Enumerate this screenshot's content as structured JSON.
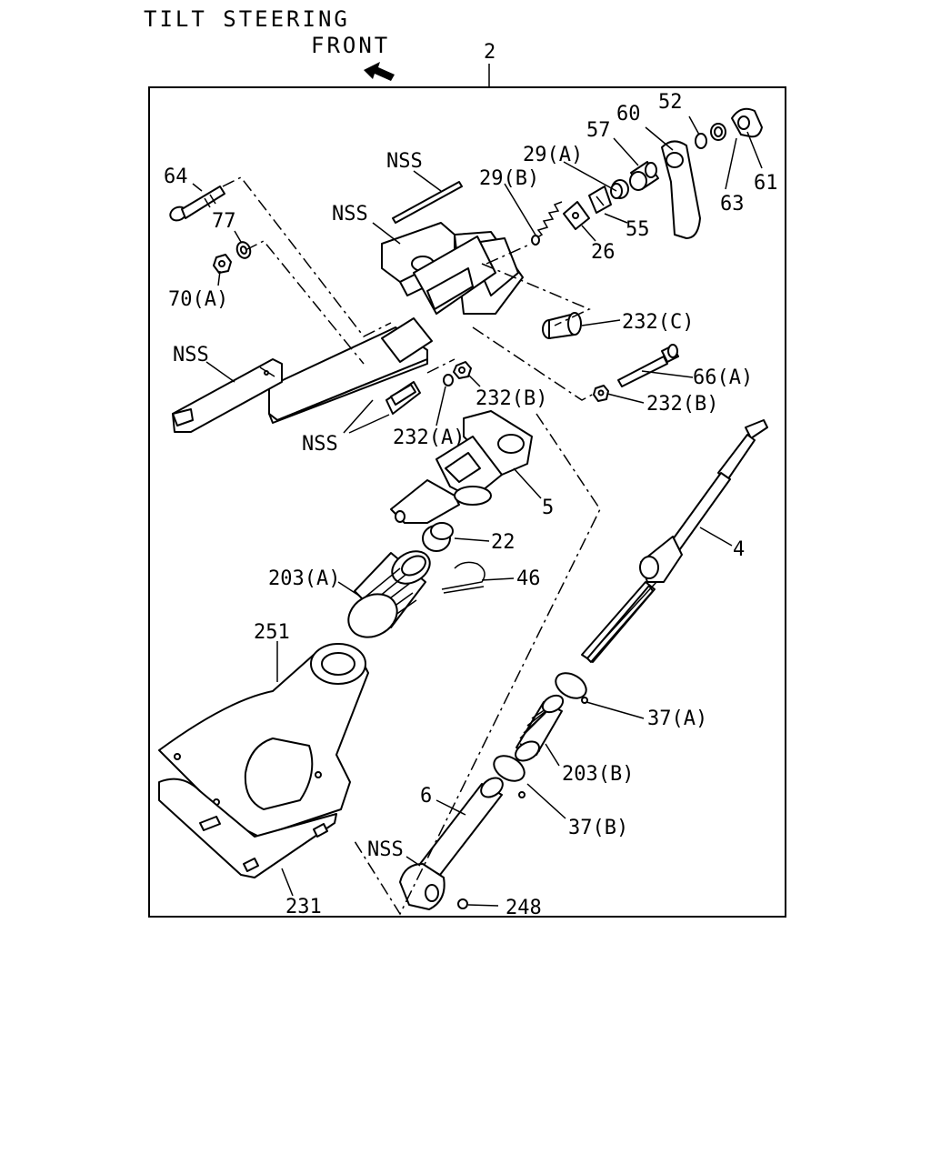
{
  "header": {
    "title": "TILT STEERING",
    "direction": "FRONT"
  },
  "assembly_ref": "2",
  "callouts": {
    "p64": "64",
    "p77": "77",
    "p70a": "70(A)",
    "nss_rod": "NSS",
    "nss_bracket": "NSS",
    "nss_plate": "NSS",
    "nss_lower": "NSS",
    "nss_joint": "NSS",
    "p29a": "29(A)",
    "p29b": "29(B)",
    "p57": "57",
    "p60": "60",
    "p52": "52",
    "p61": "61",
    "p63": "63",
    "p55": "55",
    "p26": "26",
    "p232c": "232(C)",
    "p66a": "66(A)",
    "p232b_right": "232(B)",
    "p232b_mid": "232(B)",
    "p232a": "232(A)",
    "p5": "5",
    "p4": "4",
    "p22": "22",
    "p46": "46",
    "p203a": "203(A)",
    "p251": "251",
    "p37a": "37(A)",
    "p203b": "203(B)",
    "p6": "6",
    "p37b": "37(B)",
    "p231": "231",
    "p248": "248"
  }
}
